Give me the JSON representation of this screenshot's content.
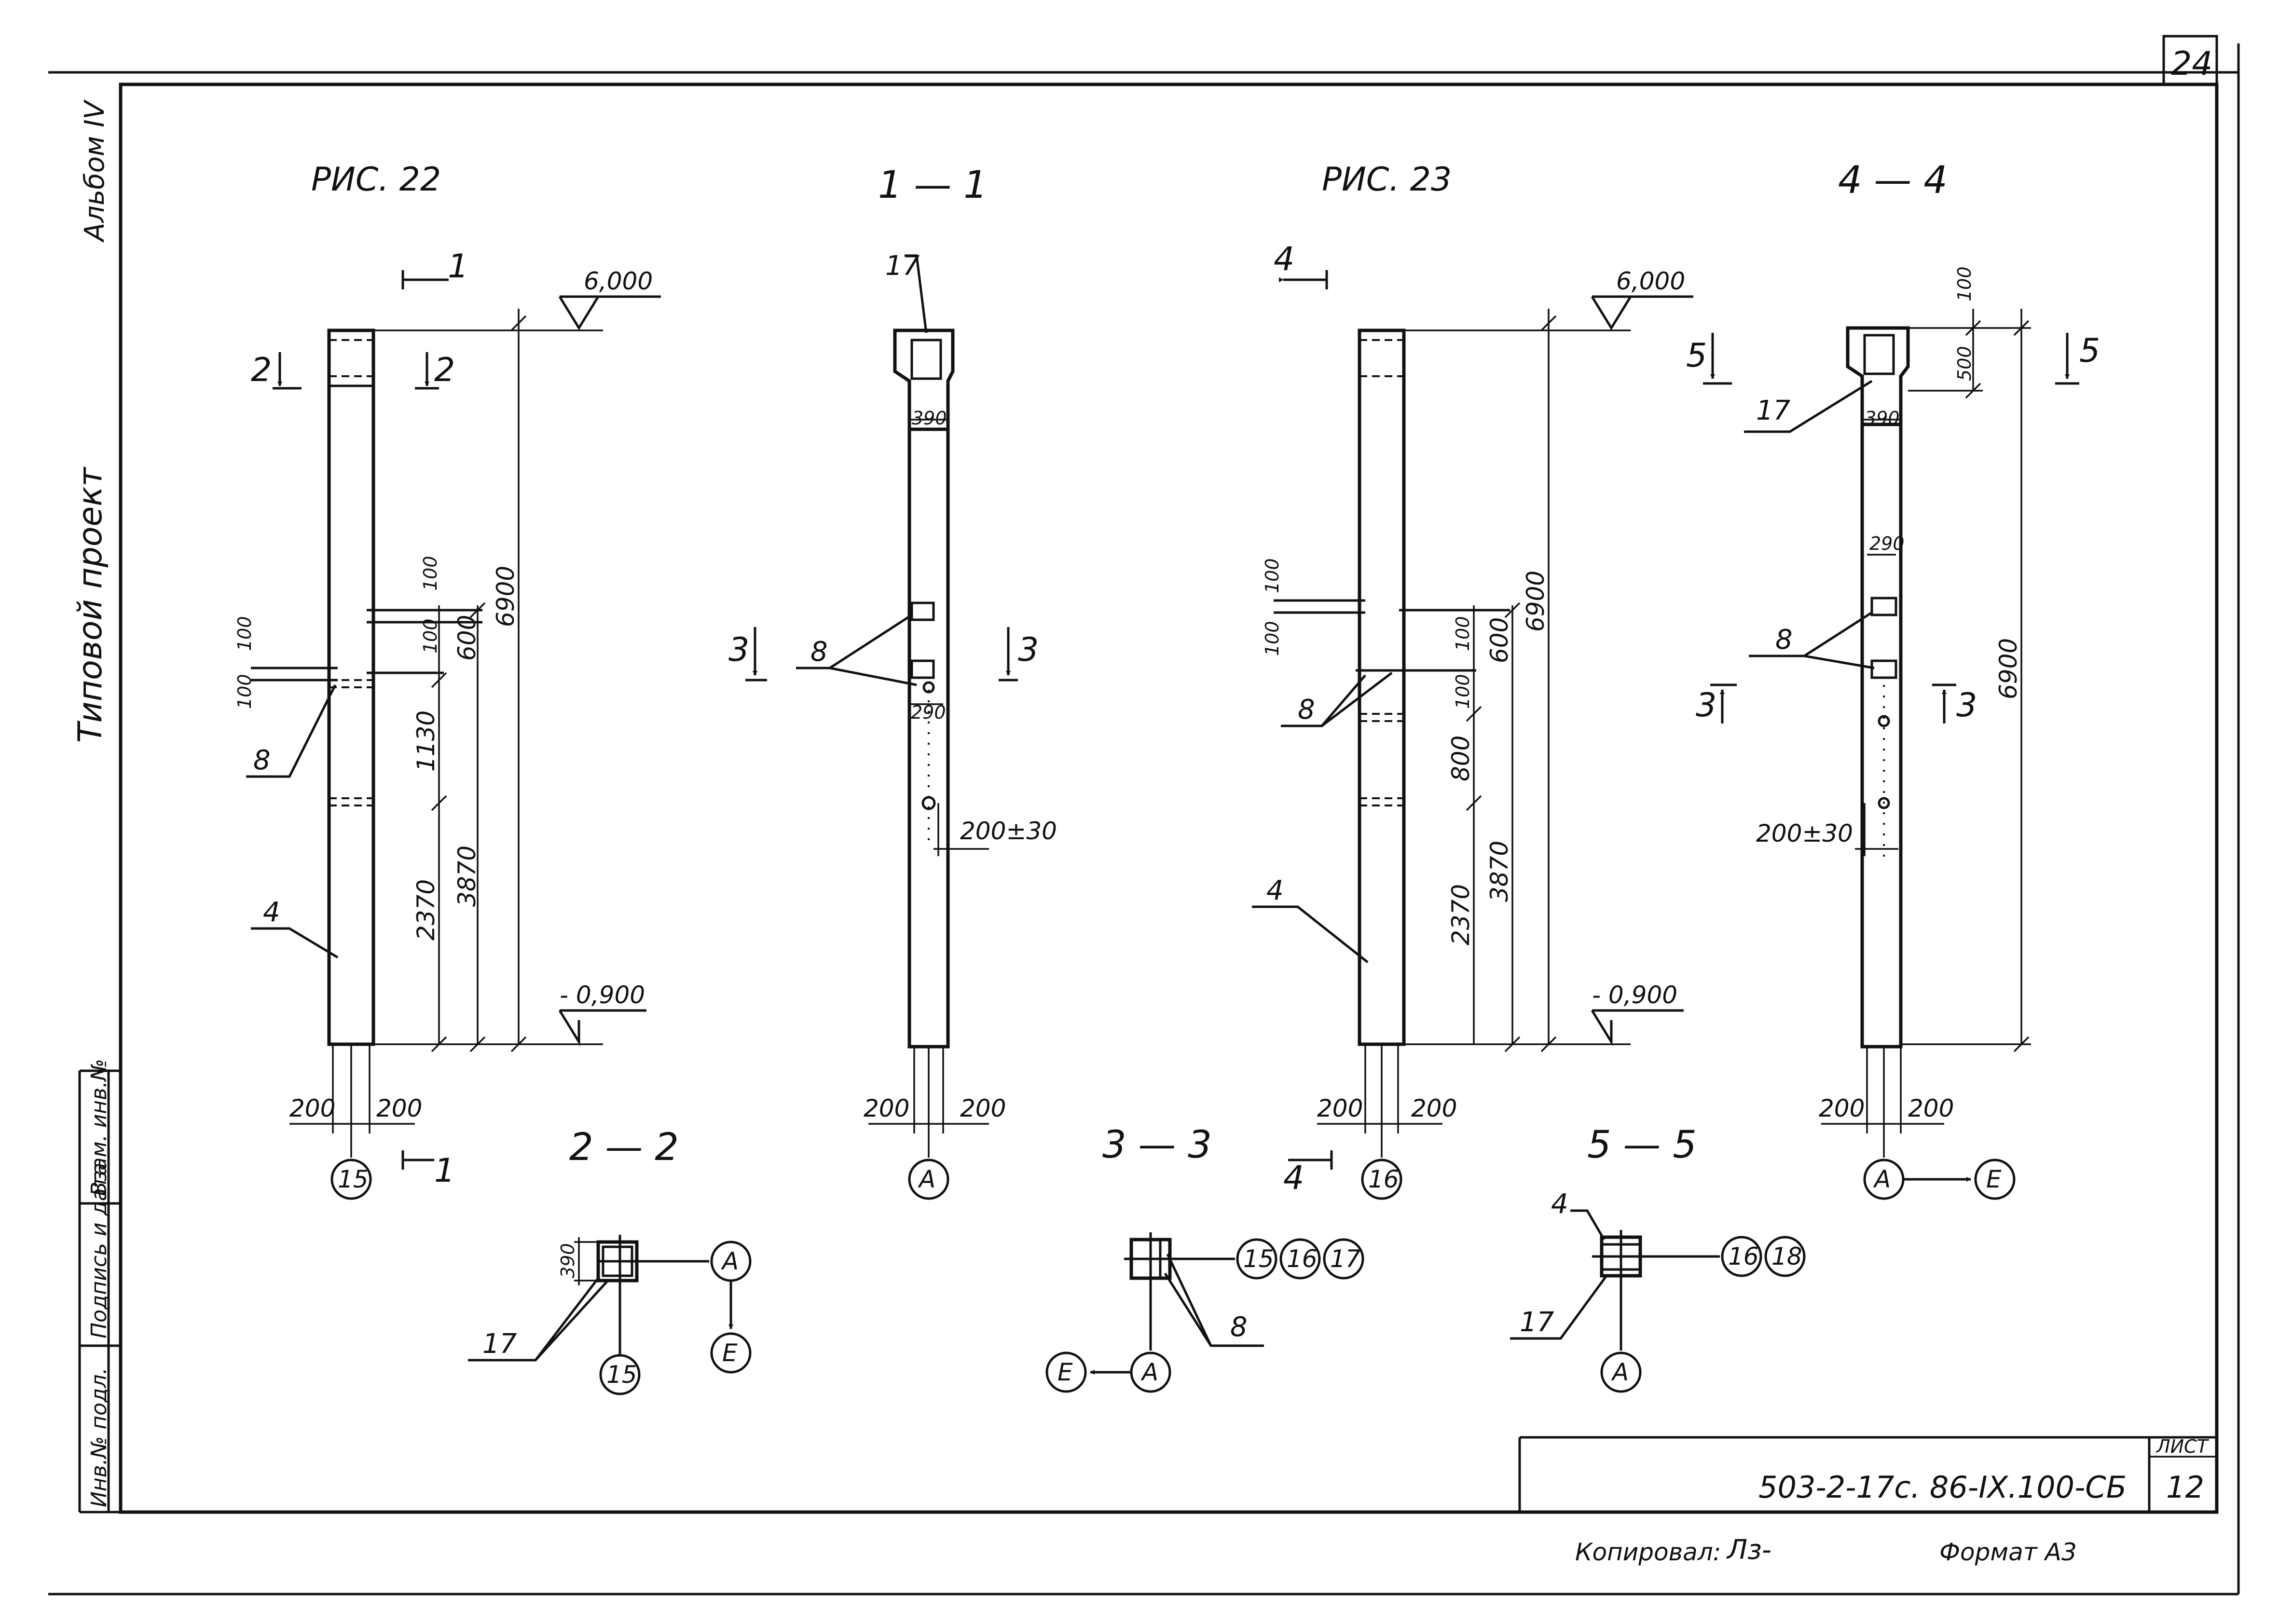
{
  "sheet": {
    "page_number": "24",
    "album_label": "Альбом IV",
    "project_label": "Типовой проект",
    "stamp_fields": [
      "Инв.№ подл.",
      "Подпись и дата",
      "Взам. инв.№"
    ],
    "doc_code": "503-2-17с. 86-IX.100-СБ",
    "sheet_label": "ЛИСТ",
    "sheet_number": "12",
    "copied_by_label": "Копировал:",
    "copied_by_signature": "Лз-",
    "format_label": "Формат А3"
  },
  "views": {
    "fig22": {
      "title": "РИС. 22",
      "elev_top": "6,000",
      "elev_bottom": "- 0,900",
      "section_1": "1",
      "section_2": "2",
      "dims": [
        "100",
        "100",
        "100",
        "100",
        "600",
        "6900",
        "1130",
        "3870",
        "2370",
        "200",
        "200"
      ],
      "callouts": [
        "8",
        "4"
      ],
      "axis": "15"
    },
    "sec11": {
      "title": "1 — 1",
      "callouts": [
        "17",
        "8"
      ],
      "dims": [
        "390",
        "290",
        "200±30",
        "200",
        "200"
      ],
      "section_3": "3",
      "axis": "А"
    },
    "fig23": {
      "title": "РИС. 23",
      "elev_top": "6,000",
      "elev_bottom": "- 0,900",
      "section_4": "4",
      "dims": [
        "100",
        "100",
        "100",
        "600",
        "100",
        "6900",
        "800",
        "3870",
        "2370",
        "200",
        "200"
      ],
      "callouts": [
        "8",
        "4"
      ],
      "axis": "16"
    },
    "sec44": {
      "title": "4 — 4",
      "section_5": "5",
      "section_3": "3",
      "dims": [
        "100",
        "500",
        "390",
        "290",
        "6900",
        "200±30",
        "200",
        "200"
      ],
      "callouts": [
        "17",
        "8"
      ],
      "axis_a": "А",
      "axis_e": "Е"
    },
    "sec22": {
      "title": "2 — 2",
      "dim": "390",
      "callout": "17",
      "axis_a": "А",
      "axis_e": "Е",
      "axis_15": "15"
    },
    "sec33": {
      "title": "3 — 3",
      "axes": [
        "15",
        "16",
        "17"
      ],
      "callout": "8",
      "axis_e": "Е",
      "axis_a": "А"
    },
    "sec55": {
      "title": "5 — 5",
      "callouts": [
        "4",
        "17"
      ],
      "axes": [
        "16",
        "18"
      ],
      "axis_a": "А"
    }
  }
}
